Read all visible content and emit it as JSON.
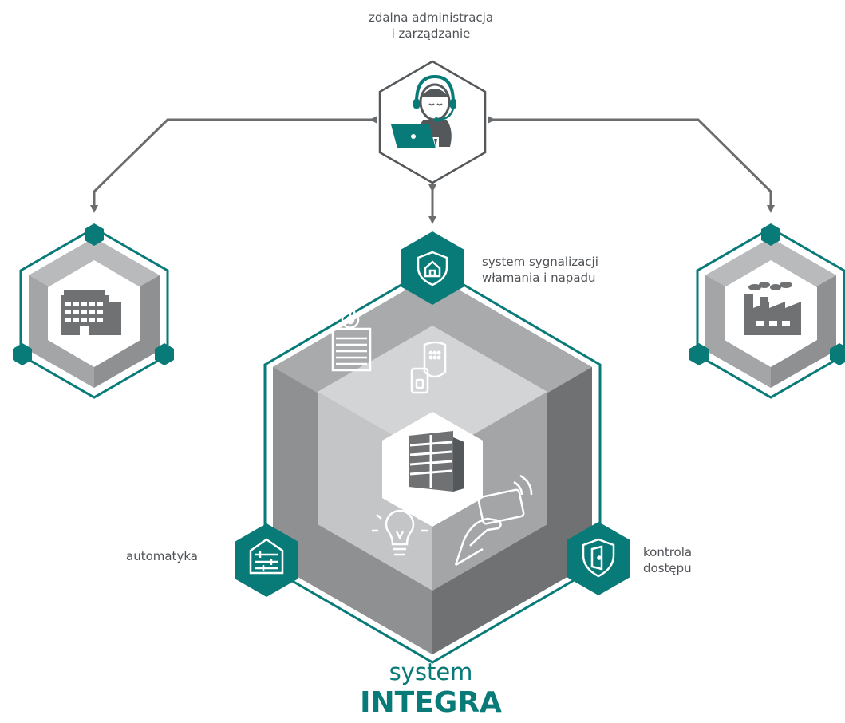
{
  "colors": {
    "teal": "#087a78",
    "grey_dark": "#6f7173",
    "grey_mid": "#8e9092",
    "grey_light": "#b9babc",
    "grey_pale": "#d3d4d5",
    "arrow": "#6a6c6e",
    "text": "#4f5256"
  },
  "labels": {
    "remote_admin": [
      "zdalna administracja",
      "i zarządzanie"
    ],
    "alarm_system": [
      "system sygnalizacji",
      "włamania i napadu"
    ],
    "automation": "automatyka",
    "access_control": [
      "kontrola",
      "dostępu"
    ]
  },
  "title": {
    "line1": "system",
    "line2": "INTEGRA"
  },
  "icons": {
    "center_top": "operator-headset-laptop-icon",
    "left": "office-building-icon",
    "right": "factory-icon",
    "center": "apartment-building-icon",
    "alarm": "shield-house-icon",
    "automation": "house-sliders-icon",
    "access": "door-shield-icon",
    "inner": [
      "alarm-keypad-icon",
      "thermometer-icon",
      "roller-shutter-icon",
      "light-bulb-icon",
      "access-card-hand-icon",
      "door-handle-lock-icon"
    ]
  }
}
